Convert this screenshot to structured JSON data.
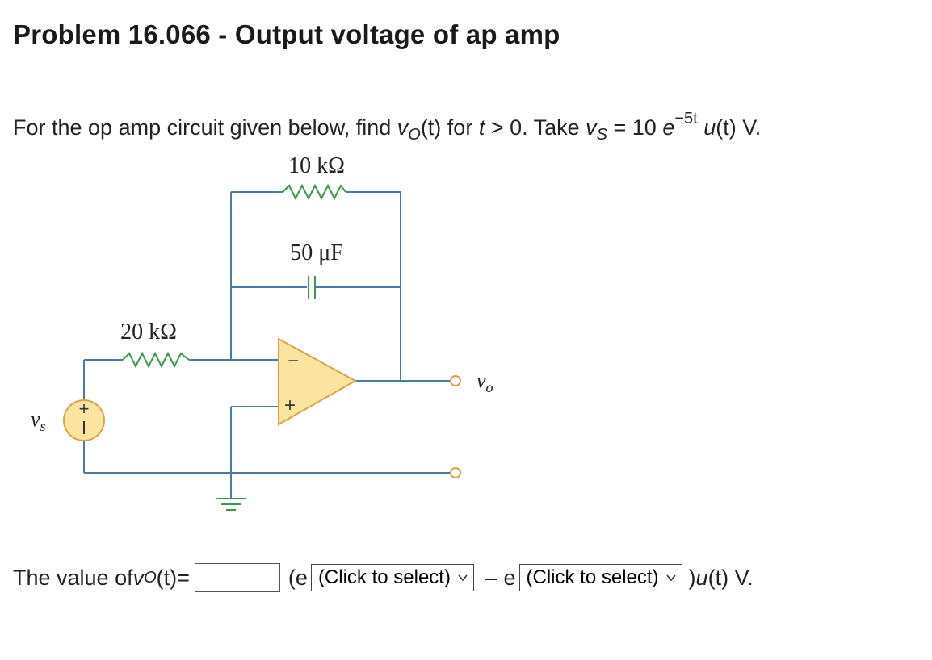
{
  "title": "Problem 16.066 - Output voltage of ap amp",
  "prompt": {
    "pre": "For the op amp circuit given below, find ",
    "v": "v",
    "sub_o": "O",
    "t_arg": "(t)",
    "for_t": " for ",
    "t": "t",
    "gt0": " > 0. Take ",
    "vs_v": "v",
    "vs_sub": "S",
    "eq10": " = 10 ",
    "e": "e",
    "exp": "−5t",
    "u": "u",
    "tail": "(t) V."
  },
  "circuit": {
    "r_feedback": "10 kΩ",
    "capacitor": "50 μF",
    "r_input": "20 kΩ",
    "vs_label": "v",
    "vs_sub": "s",
    "vo_label": "v",
    "vo_sub": "o",
    "plus": "+",
    "minus": "−"
  },
  "answer": {
    "lead": "The value of ",
    "v": "v",
    "sub_o": "O",
    "t_arg": "(t)",
    "eq": " =",
    "input_value": "",
    "paren_e": "(e",
    "select1": "(Click to select)",
    "minus_e": "– e",
    "select2": "(Click to select)",
    "tail_u": "u",
    "tail": ") ",
    "tail2": "(t) V."
  },
  "colors": {
    "wire": "#4a7aa8",
    "resistor": "#3a9a4a",
    "opamp_fill": "#fbe3a0",
    "opamp_stroke": "#d9a24a",
    "source": "#d9a24a"
  }
}
